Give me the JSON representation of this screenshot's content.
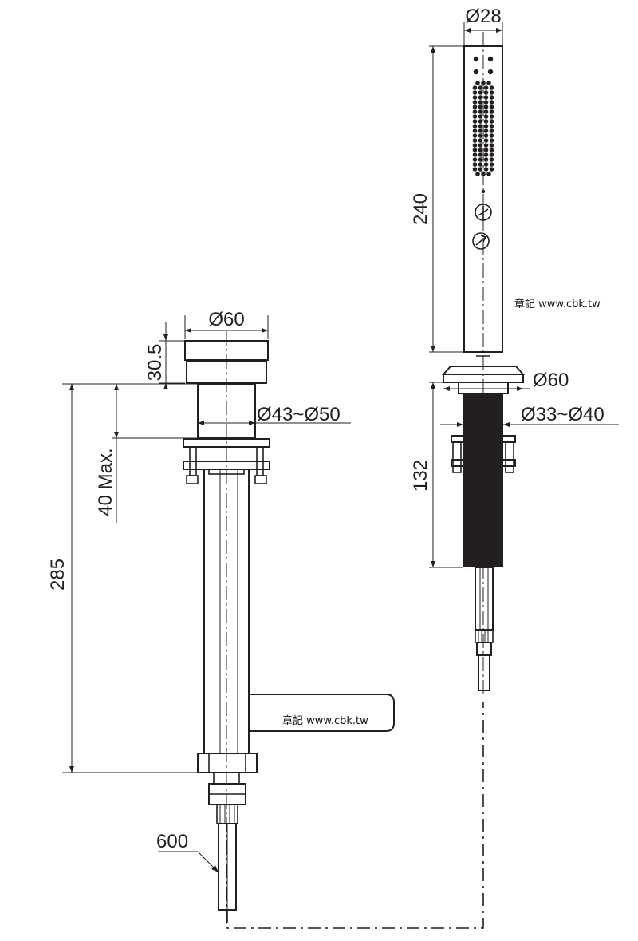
{
  "dimensions": {
    "left": {
      "diameter_top": "Ø60",
      "cap_height": "30.5",
      "diameter_hole": "Ø43~Ø50",
      "deck_thickness": "40 Max.",
      "total_height": "285",
      "hose_length": "600"
    },
    "right": {
      "diameter_handle": "Ø28",
      "handle_length": "240",
      "diameter_base": "Ø60",
      "diameter_hole": "Ø33~Ø40",
      "holder_height": "132"
    }
  },
  "watermarks": {
    "upper": "章記 www.cbk.tw",
    "lower": "章記 www.cbk.tw"
  }
}
